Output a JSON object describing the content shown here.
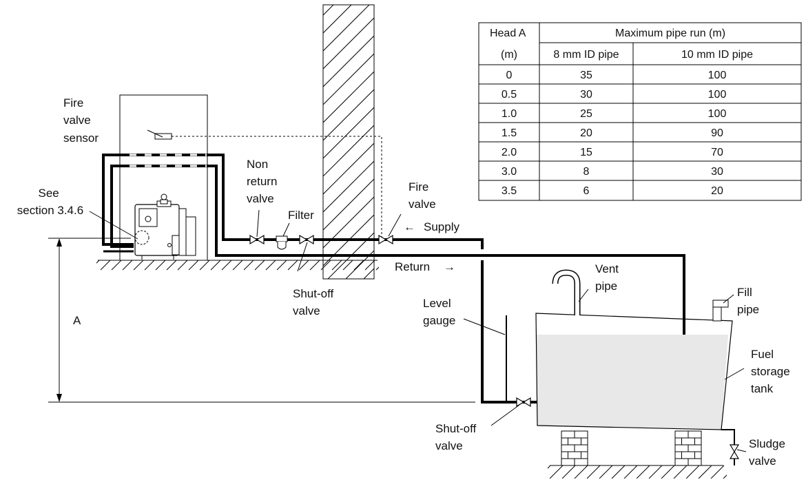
{
  "labels": {
    "fire_valve_sensor": [
      "Fire",
      "valve",
      "sensor"
    ],
    "see_section": [
      "See",
      "section 3.4.6"
    ],
    "non_return_valve": [
      "Non",
      "return",
      "valve"
    ],
    "filter": "Filter",
    "shutoff_valve_1": [
      "Shut-off",
      "valve"
    ],
    "fire_valve": [
      "Fire",
      "valve"
    ],
    "supply": "Supply",
    "return": "Return",
    "vent_pipe": [
      "Vent",
      "pipe"
    ],
    "fill_pipe": [
      "Fill",
      "pipe"
    ],
    "level_gauge": [
      "Level",
      "gauge"
    ],
    "fuel_storage_tank": [
      "Fuel",
      "storage",
      "tank"
    ],
    "shutoff_valve_2": [
      "Shut-off",
      "valve"
    ],
    "sludge_valve": [
      "Sludge",
      "valve"
    ],
    "head": "A",
    "arrow_left": "←",
    "arrow_right": "→"
  },
  "table": {
    "header_col1": [
      "Head A",
      "(m)"
    ],
    "header_group": "Maximum pipe run (m)",
    "subheaders": [
      "8 mm ID pipe",
      "10 mm ID pipe"
    ],
    "rows": [
      [
        "0",
        "35",
        "100"
      ],
      [
        "0.5",
        "30",
        "100"
      ],
      [
        "1.0",
        "25",
        "100"
      ],
      [
        "1.5",
        "20",
        "90"
      ],
      [
        "2.0",
        "15",
        "70"
      ],
      [
        "3.0",
        "8",
        "30"
      ],
      [
        "3.5",
        "6",
        "20"
      ]
    ]
  }
}
